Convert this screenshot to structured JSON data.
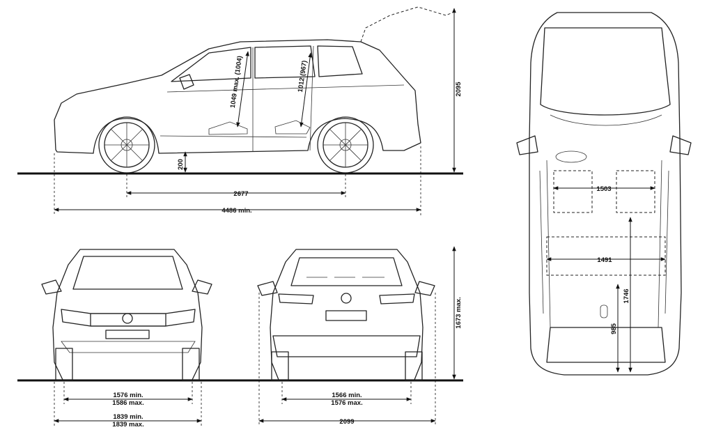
{
  "dimensions": {
    "height_total": "2095",
    "ground_clearance": "200",
    "wheelbase": "2677",
    "length": "4486 min.",
    "front_headroom": "1049 max. (1004)",
    "rear_headroom": "1012 (967)",
    "height_mirror": "1673 max.",
    "front_track_min": "1576 min.",
    "front_track_max": "1586 max.",
    "front_width_min": "1839 min.",
    "front_width_max": "1839 max.",
    "rear_track_min": "1566 min.",
    "rear_track_max": "1576 max.",
    "width_mirrors": "2099",
    "interior_width_front": "1503",
    "interior_width_rear": "1491",
    "load_length_total": "1746",
    "load_length": "985"
  },
  "colors": {
    "line": "#222222",
    "background": "#ffffff"
  }
}
